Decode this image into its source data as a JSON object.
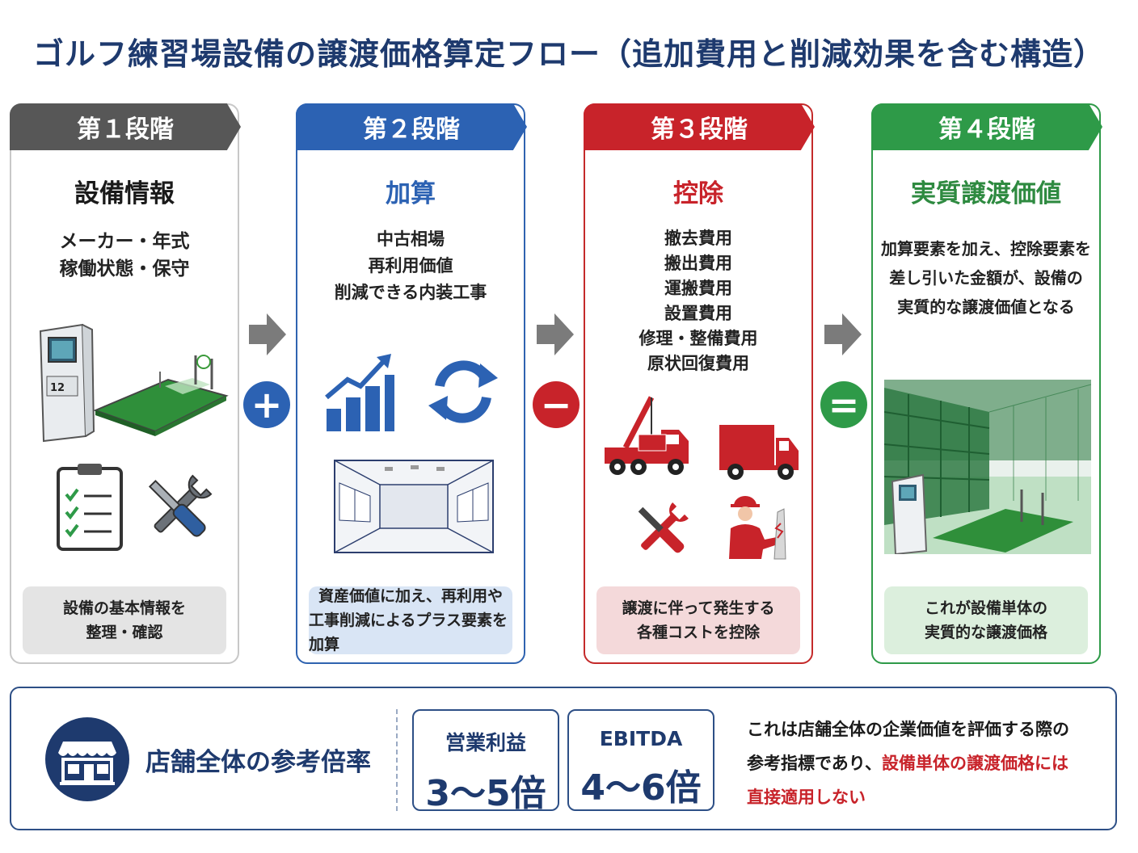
{
  "title": "ゴルフ練習場設備の譲渡価格算定フロー（追加費用と削減効果を含む構造）",
  "stages": [
    {
      "tab": "第１段階",
      "heading": "設備情報",
      "lines": [
        "メーカー・年式",
        "稼働状態・保守"
      ],
      "note": [
        "設備の基本情報を",
        "整理・確認"
      ]
    },
    {
      "tab": "第２段階",
      "heading": "加算",
      "lines": [
        "中古相場",
        "再利用価値",
        "削減できる内装工事"
      ],
      "note": [
        "資産価値に加え、再利用や",
        "工事削減によるプラス要素を加算"
      ]
    },
    {
      "tab": "第３段階",
      "heading": "控除",
      "lines": [
        "撤去費用",
        "搬出費用",
        "運搬費用",
        "設置費用",
        "修理・整備費用",
        "原状回復費用"
      ],
      "note": [
        "譲渡に伴って発生する",
        "各種コストを控除"
      ]
    },
    {
      "tab": "第４段階",
      "heading": "実質譲渡価値",
      "lines": [
        "加算要素を加え、控除要素を",
        "差し引いた金額が、設備の",
        "実質的な譲渡価値となる"
      ],
      "note": [
        "これが設備単体の",
        "実質的な譲渡価格"
      ]
    }
  ],
  "operators": {
    "plus": "+",
    "minus": "−",
    "equals": "="
  },
  "bottom": {
    "label": "店舗全体の参考倍率",
    "multiples": [
      {
        "label": "営業利益",
        "value": "3～5倍"
      },
      {
        "label": "EBITDA",
        "value": "4～6倍"
      }
    ],
    "description": {
      "line1": "これは店舗全体の企業価値を評価する際の",
      "line2_normal": "参考指標であり、",
      "line2_red": "設備単体の譲渡価格には",
      "line3_red": "直接適用しない"
    }
  },
  "colors": {
    "stage1": "#575757",
    "stage2": "#2c62b3",
    "stage3": "#c8232a",
    "stage4": "#2e9a48",
    "navy": "#1e3a6e"
  },
  "icons": [
    "ticket-machine-icon",
    "golf-mat-icon",
    "checklist-icon",
    "wrench-screwdriver-icon",
    "growth-chart-icon",
    "recycle-arrows-icon",
    "interior-room-icon",
    "crane-truck-icon",
    "delivery-truck-icon",
    "repair-tools-icon",
    "worker-icon",
    "driving-range-icon",
    "shop-icon"
  ]
}
